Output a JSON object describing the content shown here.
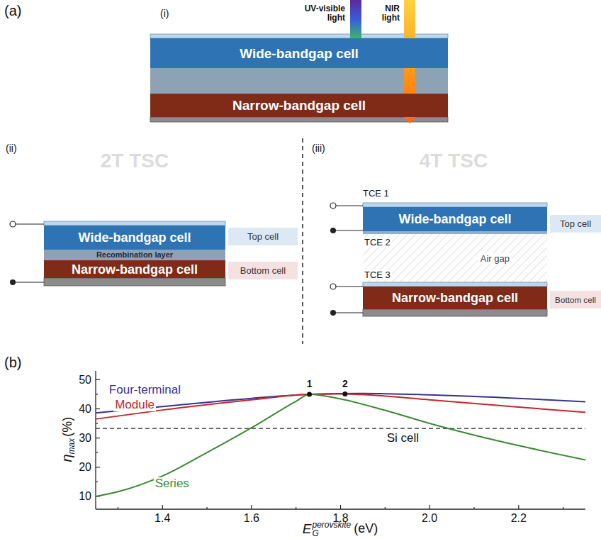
{
  "diagram": {
    "nodes": [
      {
        "text": [
          "Wide-bandgap cell"
        ]
      },
      {
        "text": [
          "Narrow-bandgap cell"
        ]
      },
      {
        "text": [
          "Wide-bandgap cell"
        ]
      },
      {
        "text": [
          "Recombination layer"
        ]
      },
      {
        "text": [
          "Narrow-bandgap cell"
        ]
      },
      {
        "text": [
          "Top cell"
        ]
      },
      {
        "text": [
          "Bottom cell"
        ]
      },
      {
        "text": [
          "Wide-bandgap cell"
        ]
      },
      {
        "text": [
          "Top cell"
        ]
      },
      {
        "text": [
          "Air gap"
        ]
      },
      {
        "text": [
          "Narrow-bandgap cell"
        ]
      },
      {
        "text": [
          "Bottom cell"
        ]
      }
    ],
    "labels": [
      "(a)",
      "(i)",
      "UV-visible light",
      "NIR light",
      "(ii)",
      "2T TSC",
      "(iii)",
      "4T TSC",
      "TCE 1",
      "TCE 2",
      "TCE 3",
      "(b)",
      "Four-terminal",
      "Module",
      "1",
      "2",
      "Si cell",
      "Series",
      "50",
      "40",
      "30",
      "20",
      "10",
      "1.4",
      "1.6",
      "1.8",
      "2.0",
      "2.2",
      "η",
      "max",
      "(%)",
      "E",
      "G",
      "perovskite",
      "(eV)"
    ]
  }
}
